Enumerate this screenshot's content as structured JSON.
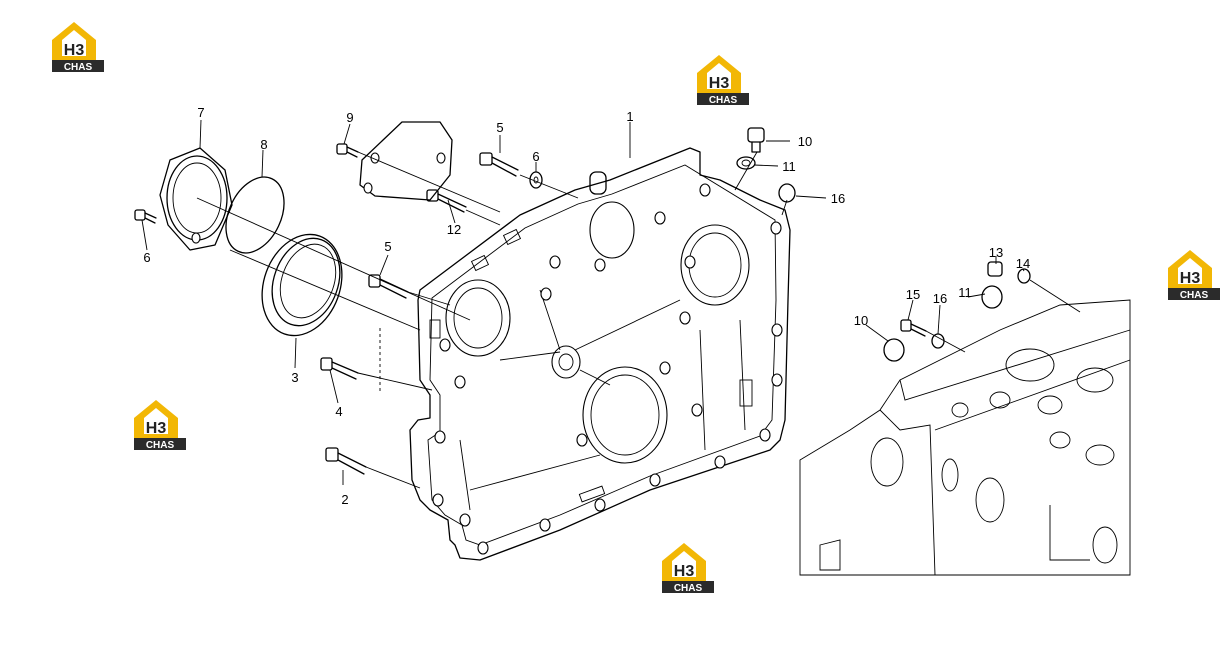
{
  "brand": {
    "logo_mark": "H3",
    "logo_text": "CHAS",
    "colors": {
      "roof": "#F2B705",
      "dark": "#2b2b2b",
      "text": "#ffffff"
    }
  },
  "labels": {
    "p1": "1",
    "p2": "2",
    "p3": "3",
    "p4": "4",
    "p5a": "5",
    "p5b": "5",
    "p6a": "6",
    "p6b": "6",
    "p7": "7",
    "p8": "8",
    "p9": "9",
    "p10a": "10",
    "p10b": "10",
    "p11a": "11",
    "p11b": "11",
    "p12": "12",
    "p13": "13",
    "p14": "14",
    "p15": "15",
    "p16a": "16",
    "p16b": "16"
  }
}
